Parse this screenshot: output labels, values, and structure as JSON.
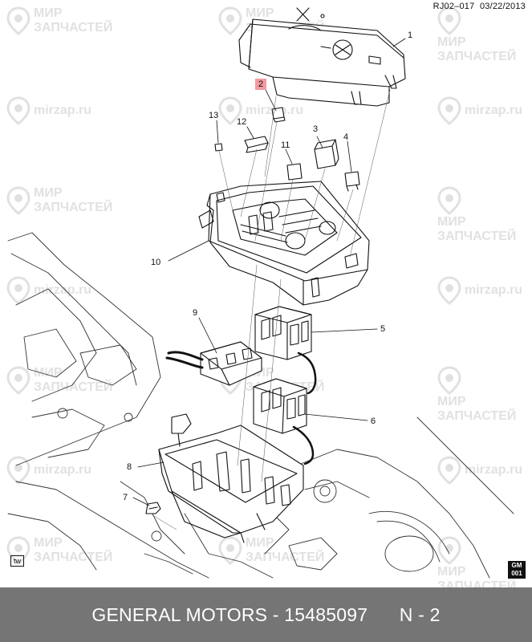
{
  "doc": {
    "id": "RJ02–017",
    "date": "03/22/2013"
  },
  "watermarks": {
    "logo_line1": "МИР",
    "logo_line2": "ЗАПЧАСТЕЙ",
    "site": "mirzap.ru"
  },
  "callouts": [
    "1",
    "2",
    "3",
    "4",
    "5",
    "6",
    "7",
    "8",
    "9",
    "10",
    "11",
    "12",
    "13"
  ],
  "highlighted_callout": "2",
  "badges": {
    "view_tag": "tw",
    "brand_line1": "GM",
    "brand_line2": "001"
  },
  "footer": {
    "brand": "GENERAL MOTORS",
    "separator": "-",
    "part_number": "15485097",
    "ref": "N - 2"
  }
}
